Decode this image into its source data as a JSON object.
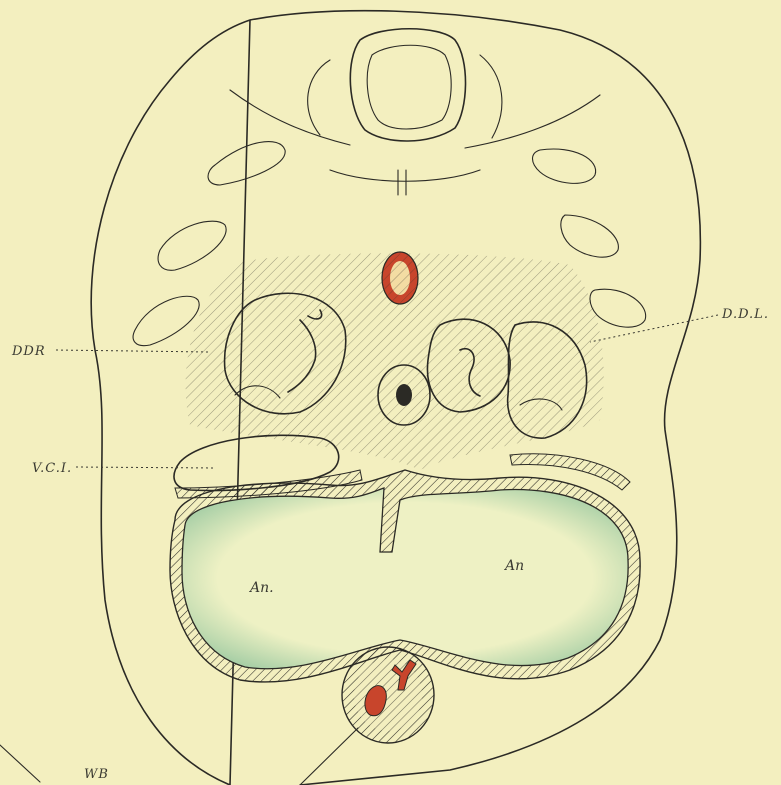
{
  "labels": {
    "ddr": "DDR",
    "ddl": "D.D.L.",
    "vci": "V.C.I.",
    "an_left": "An.",
    "an_right": "An",
    "wb": "WB"
  },
  "colors": {
    "paper": "#f3efbf",
    "ink": "#2b2a25",
    "vessel_red": "#c8452c",
    "cavity_green": "#a8cfa6",
    "cavity_fill": "#eef1c4"
  }
}
